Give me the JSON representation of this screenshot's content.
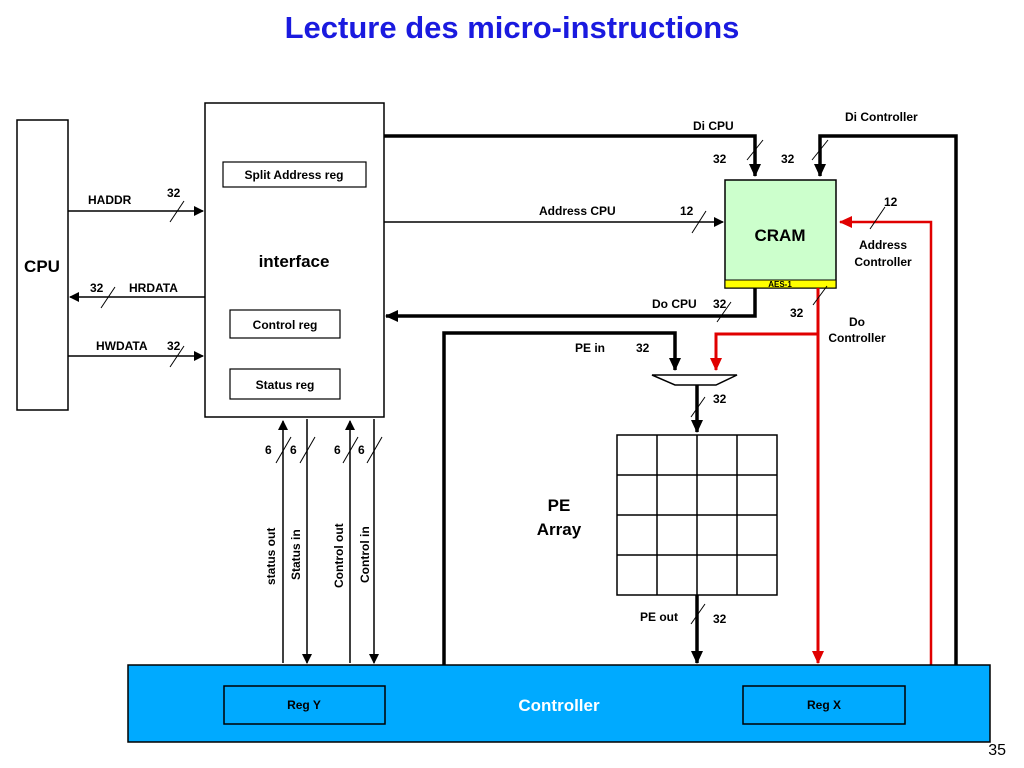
{
  "title": "Lecture des micro-instructions",
  "page_number": "35",
  "colors": {
    "title": "#1a1adf",
    "controller_fill": "#00aaff",
    "cram_fill": "#ccffcc",
    "aes_band": "#ffff00",
    "red_path": "#e00000"
  },
  "blocks": {
    "cpu": "CPU",
    "interface": "interface",
    "split_address_reg": "Split Address reg",
    "control_reg": "Control reg",
    "status_reg": "Status reg",
    "cram": "CRAM",
    "aes": "AES-1",
    "pe_array_line1": "PE",
    "pe_array_line2": "Array",
    "controller": "Controller",
    "reg_y": "Reg Y",
    "reg_x": "Reg X"
  },
  "signals": {
    "haddr": "HADDR",
    "hrdata": "HRDATA",
    "hwdata": "HWDATA",
    "di_cpu": "Di CPU",
    "di_controller": "Di Controller",
    "address_cpu": "Address CPU",
    "address_controller_line1": "Address",
    "address_controller_line2": "Controller",
    "do_cpu": "Do CPU",
    "do_controller_line1": "Do",
    "do_controller_line2": "Controller",
    "pe_in": "PE in",
    "pe_out": "PE out",
    "status_out": "status out",
    "status_in": "Status in",
    "control_out": "Control out",
    "control_in": "Control in"
  },
  "widths": {
    "haddr": "32",
    "hrdata": "32",
    "hwdata": "32",
    "di_cpu": "32",
    "di_controller": "32",
    "address_cpu": "12",
    "address_controller": "12",
    "do_cpu": "32",
    "do_controller": "32",
    "pe_in": "32",
    "mux_out": "32",
    "pe_out": "32",
    "status_out": "6",
    "status_in": "6",
    "control_out": "6",
    "control_in": "6"
  }
}
